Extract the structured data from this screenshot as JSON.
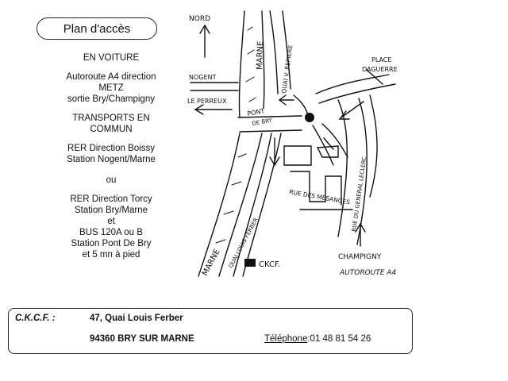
{
  "header": {
    "title": "Plan d'accès"
  },
  "voiture": {
    "heading": "EN VOITURE",
    "lines": [
      "Autoroute A4 direction",
      "METZ",
      "sortie Bry/Champigny"
    ]
  },
  "transports": {
    "heading_l1": "TRANSPORTS EN",
    "heading_l2": "COMMUN",
    "rer1_l1": "RER Direction Boissy",
    "rer1_l2": "Station Nogent/Marne",
    "or_label": "ou",
    "rer2_l1": "RER Direction Torcy",
    "rer2_l2": "Station Bry/Marne",
    "and_label": "et",
    "bus_l1": "BUS 120A ou B",
    "bus_l2": "Station Pont De Bry",
    "bus_l3": "et 5 mn à pied"
  },
  "map": {
    "nord": "NORD",
    "marne_upper": "MARNE",
    "quai_v_bepiere": "QUAI V. BEPIERE",
    "nogent": "NOGENT",
    "le_perreux": "LE PERREUX",
    "pont_de": "PONT",
    "de_bry": "DE BRY",
    "place_l1": "PLACE",
    "place_l2": "DAGUERRE",
    "rue_general": "RUE DU GENERAL LECLERC",
    "rue_des_mesanges": "RUE DES MESANGES",
    "quai_louis_ferber": "QUAI LOUIS FERBER",
    "marne_lower": "MARNE",
    "ckcf": "CKCF.",
    "champigny": "CHAMPIGNY",
    "autoroute": "AUTOROUTE A4"
  },
  "address": {
    "label": "C.K.C.F. :",
    "line1": "47, Quai Louis Ferber",
    "line2": "94360 BRY SUR MARNE",
    "phone_label": "Téléphone",
    "phone_value": ":01 48 81 54 26"
  }
}
